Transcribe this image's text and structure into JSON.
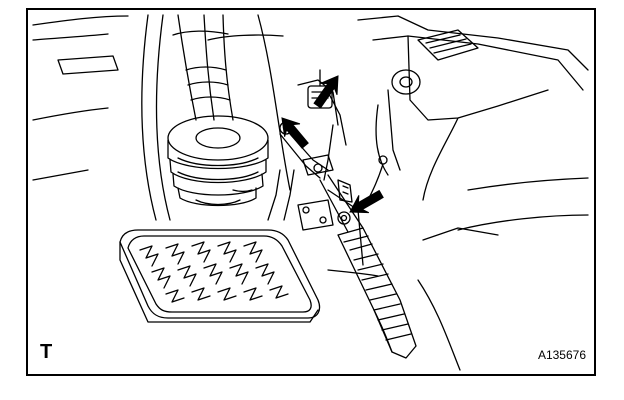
{
  "figure": {
    "view_letter": "T",
    "figure_id": "A135676"
  },
  "callouts": [
    {
      "icon": "arrow-icon",
      "points_to": "connector"
    },
    {
      "icon": "arrow-icon",
      "points_to": "bolt"
    },
    {
      "icon": "arrow-icon",
      "points_to": "nut"
    }
  ],
  "colors": {
    "line": "#000000",
    "background": "#ffffff"
  }
}
